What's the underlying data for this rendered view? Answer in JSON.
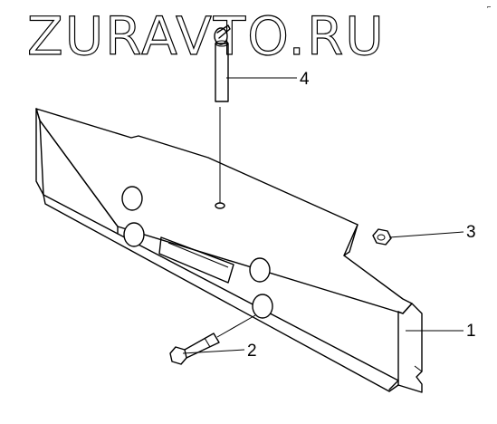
{
  "watermark": "ZURAVTO.RU",
  "corner_mark": "⌐",
  "callouts": [
    {
      "number": "1",
      "part": "counterweight"
    },
    {
      "number": "2",
      "part": "bolt"
    },
    {
      "number": "3",
      "part": "nut"
    },
    {
      "number": "4",
      "part": "pin"
    }
  ]
}
